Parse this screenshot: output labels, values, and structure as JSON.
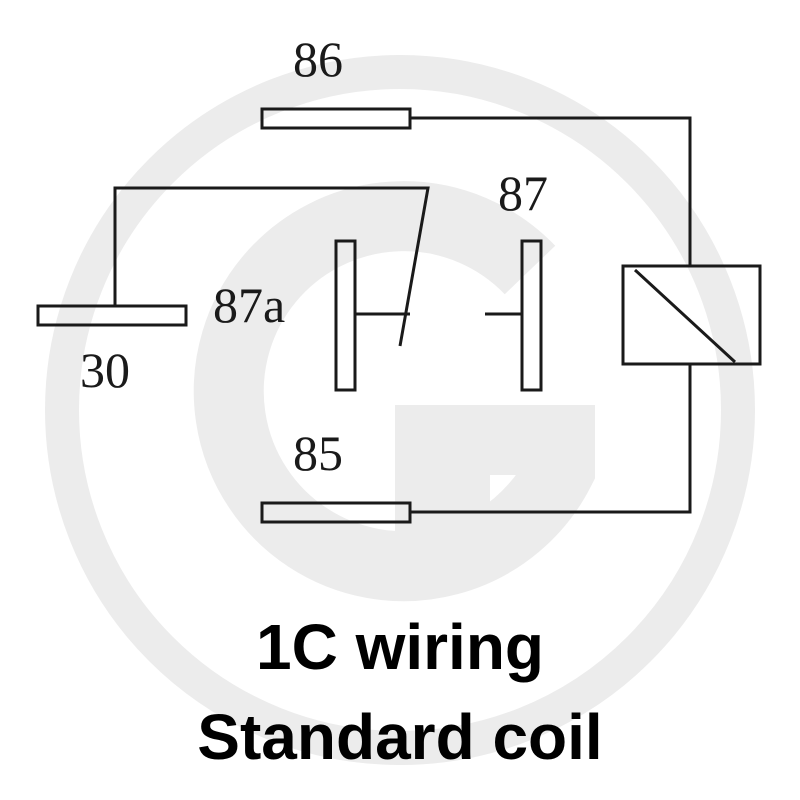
{
  "colors": {
    "line": "#1a1a1a",
    "watermark": "#ececec",
    "background": "#ffffff"
  },
  "watermark": {
    "icon": "circle-g-logo"
  },
  "labels": {
    "pin_86": "86",
    "pin_87": "87",
    "pin_87a": "87a",
    "pin_30": "30",
    "pin_85": "85"
  },
  "caption": {
    "line1": "1C wiring",
    "line2": "Standard coil"
  }
}
